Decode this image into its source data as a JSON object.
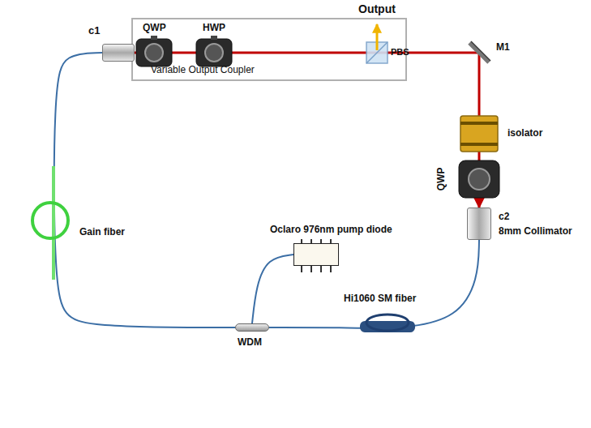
{
  "diagram": {
    "nodes": [
      {
        "text": [
          "Variable Output Coupler"
        ]
      },
      {
        "text": [
          "c1"
        ]
      },
      {
        "text": [
          "c2",
          "8mm Collimator"
        ]
      },
      {
        "text": [
          "Oclaro 976nm pump diode"
        ]
      },
      {
        "text": [
          "WDM"
        ]
      }
    ],
    "edges": [
      {
        "from": 1,
        "to": 2,
        "arrow": "to"
      },
      {
        "from": 2,
        "to": 4,
        "arrow": "none"
      },
      {
        "from": 3,
        "to": 4,
        "arrow": "none"
      },
      {
        "from": 1,
        "to": 4,
        "arrow": "none"
      }
    ],
    "labels": [
      "Output",
      "QWP",
      "HWP",
      "PBS",
      "M1",
      "isolator",
      "QWP",
      "Gain fiber",
      "Hi1060 SM fiber"
    ]
  }
}
